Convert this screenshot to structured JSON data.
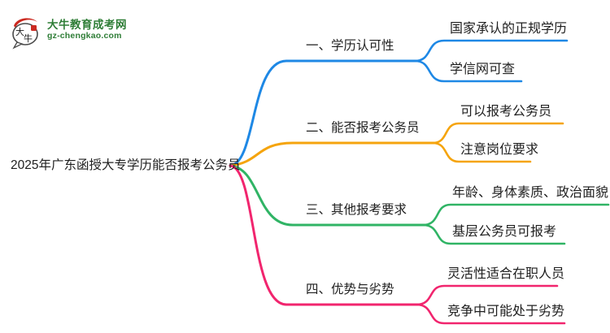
{
  "site": {
    "logo_title": "大牛教育成考网",
    "logo_domain": "gz-chengkao.com",
    "logo_mark_top": "大",
    "logo_mark_bottom": "牛",
    "brand_green": "#2E7D36",
    "logo_red": "#CB2A21"
  },
  "mindmap": {
    "root": "2025年广东函授大专学历能否报考公务员",
    "branches": [
      {
        "label": "一、学历认可性",
        "color": "#1E88E5",
        "children": [
          "国家承认的正规学历",
          "学信网可查"
        ]
      },
      {
        "label": "二、能否报考公务员",
        "color": "#F5A40D",
        "children": [
          "可以报考公务员",
          "注意岗位要求"
        ]
      },
      {
        "label": "三、其他报考要求",
        "color": "#30B465",
        "children": [
          "年龄、身体素质、政治面貌",
          "基层公务员可报考"
        ]
      },
      {
        "label": "四、优势与劣势",
        "color": "#F1256E",
        "children": [
          "灵活性适合在职人员",
          "竞争中可能处于劣势"
        ]
      }
    ]
  }
}
